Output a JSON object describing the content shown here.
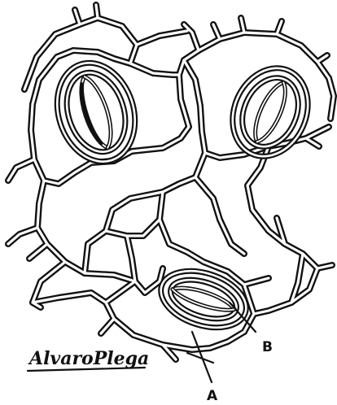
{
  "figure": {
    "labels": {
      "a": "A",
      "b": "B"
    },
    "signature": "AlvaroPlega",
    "colors": {
      "ink": "#111111",
      "paper": "#ffffff"
    }
  }
}
